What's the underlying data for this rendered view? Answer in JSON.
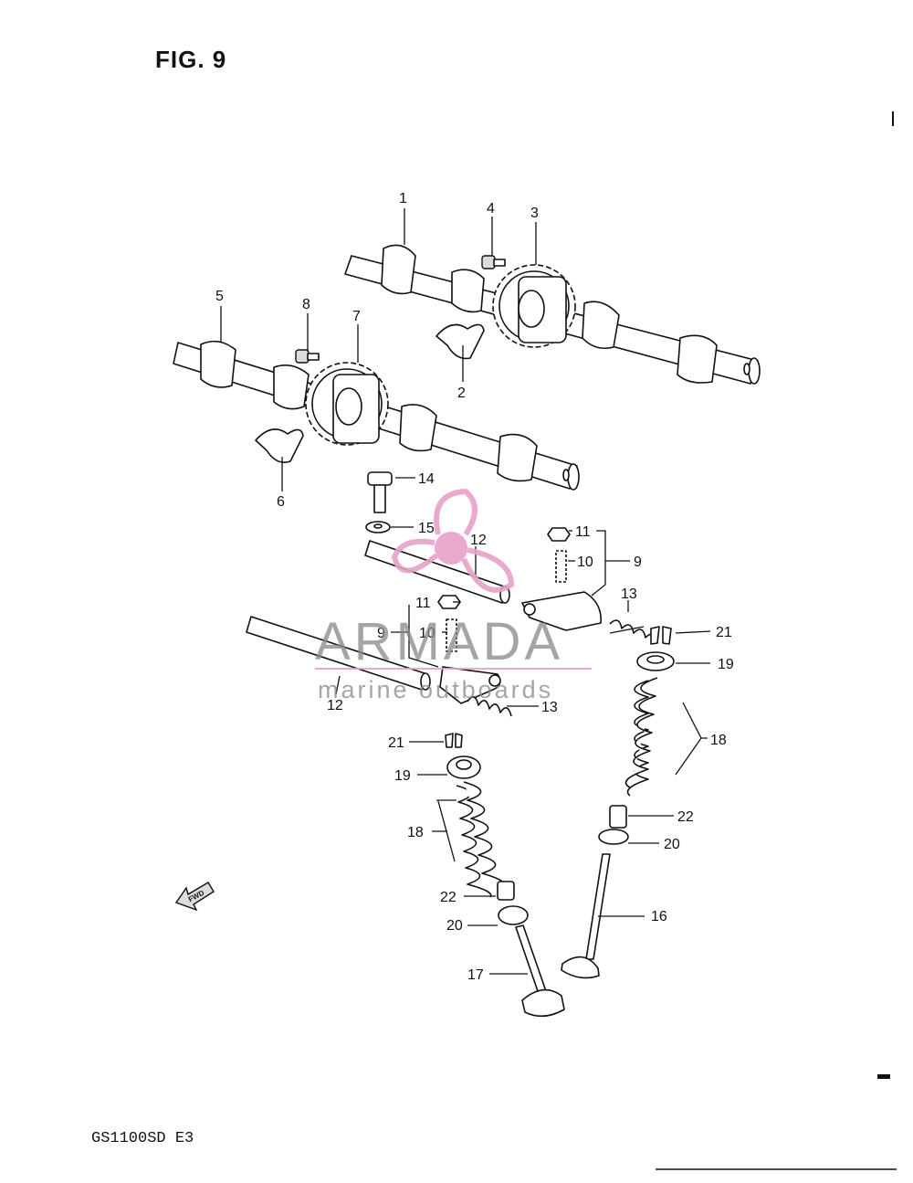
{
  "figure": {
    "title": "FIG. 9",
    "model": "GS1100SD  E3"
  },
  "watermark": {
    "brand": "ARMADA",
    "tagline": "marine outboards",
    "accent": "#e6a1c9",
    "ink": "#8a8a8a"
  },
  "fwd_label": "FWD",
  "callouts": [
    {
      "id": "c1",
      "text": "1"
    },
    {
      "id": "c2",
      "text": "2"
    },
    {
      "id": "c3",
      "text": "3"
    },
    {
      "id": "c4",
      "text": "4"
    },
    {
      "id": "c5",
      "text": "5"
    },
    {
      "id": "c6",
      "text": "6"
    },
    {
      "id": "c7",
      "text": "7"
    },
    {
      "id": "c8",
      "text": "8"
    },
    {
      "id": "c9a",
      "text": "9"
    },
    {
      "id": "c9b",
      "text": "9"
    },
    {
      "id": "c10a",
      "text": "10"
    },
    {
      "id": "c10b",
      "text": "10"
    },
    {
      "id": "c11a",
      "text": "11"
    },
    {
      "id": "c11b",
      "text": "11"
    },
    {
      "id": "c12a",
      "text": "12"
    },
    {
      "id": "c12b",
      "text": "12"
    },
    {
      "id": "c13a",
      "text": "13"
    },
    {
      "id": "c13b",
      "text": "13"
    },
    {
      "id": "c14",
      "text": "14"
    },
    {
      "id": "c15",
      "text": "15"
    },
    {
      "id": "c16",
      "text": "16"
    },
    {
      "id": "c17",
      "text": "17"
    },
    {
      "id": "c18a",
      "text": "18"
    },
    {
      "id": "c18b",
      "text": "18"
    },
    {
      "id": "c19a",
      "text": "19"
    },
    {
      "id": "c19b",
      "text": "19"
    },
    {
      "id": "c20a",
      "text": "20"
    },
    {
      "id": "c20b",
      "text": "20"
    },
    {
      "id": "c21a",
      "text": "21"
    },
    {
      "id": "c21b",
      "text": "21"
    },
    {
      "id": "c22a",
      "text": "22"
    },
    {
      "id": "c22b",
      "text": "22"
    }
  ]
}
